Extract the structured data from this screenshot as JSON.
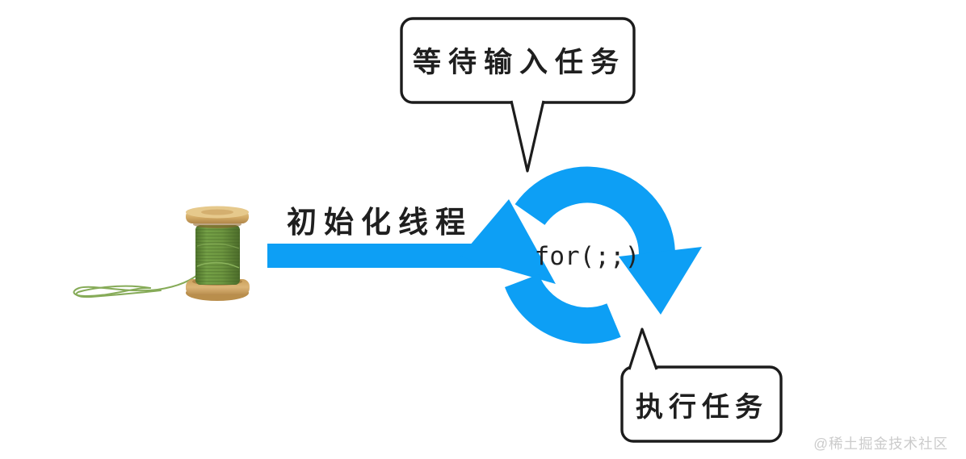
{
  "diagram": {
    "arrow_label": "初始化线程",
    "loop_label": "for(;;)",
    "bubbles": {
      "top": "等待输入任务",
      "bottom": "执行任务"
    },
    "icons": {
      "spool": "green-thread-spool",
      "loop": "circular-loop-arrows",
      "arrow": "right-arrow-shaft"
    },
    "colors": {
      "accent_blue": "#0d9ff5",
      "outline_black": "#1c1c1c",
      "thread_green": "#6e9340",
      "wood_tan": "#d9b878",
      "watermark_gray": "#cbcbcb"
    },
    "watermark": "@稀土掘金技术社区"
  }
}
